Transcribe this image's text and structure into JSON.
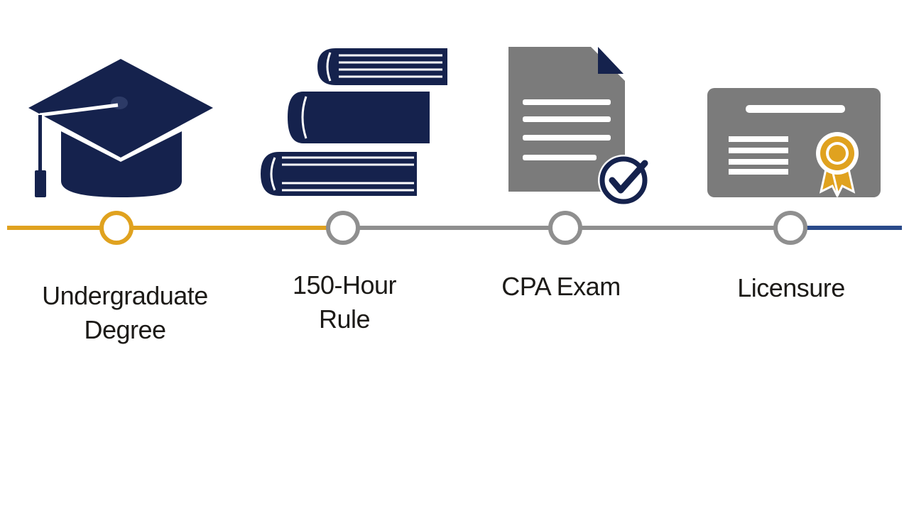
{
  "colors": {
    "navy": "#15224d",
    "gray": "#7b7b7b",
    "gold": "#e0a21f",
    "track": "#8f8f8f",
    "navy_line": "#2a4a8a"
  },
  "steps": [
    {
      "icon": "graduation-cap-icon",
      "line1": "Undergraduate",
      "line2": "Degree",
      "status": "completed"
    },
    {
      "icon": "books-stack-icon",
      "line1": "150-Hour",
      "line2": "Rule",
      "status": "pending"
    },
    {
      "icon": "exam-document-check-icon",
      "line1": "CPA Exam",
      "line2": "",
      "status": "pending"
    },
    {
      "icon": "license-certificate-icon",
      "line1": "Licensure",
      "line2": "",
      "status": "pending"
    }
  ]
}
